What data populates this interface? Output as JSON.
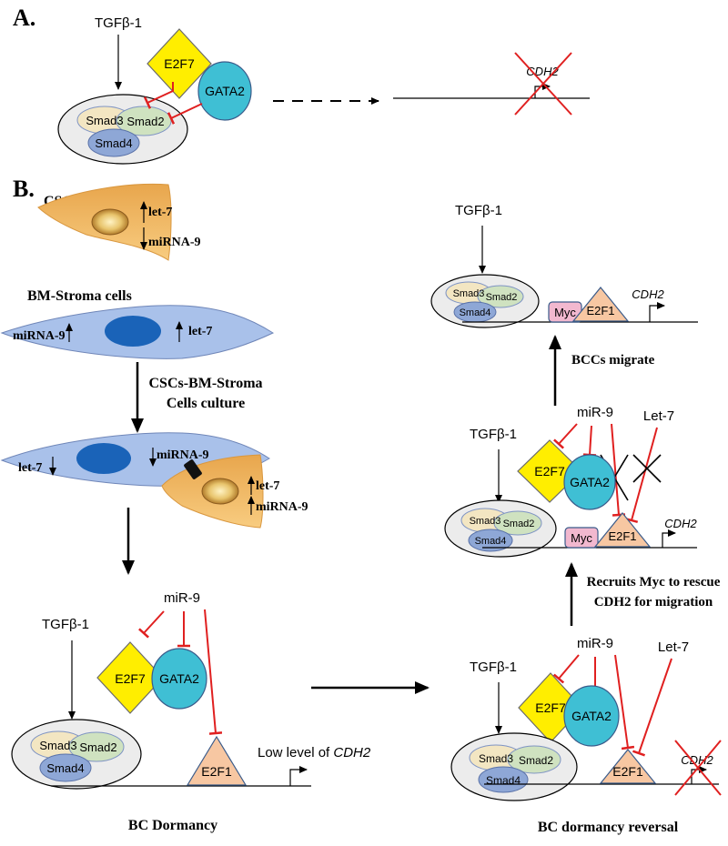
{
  "panel_a": {
    "label": "A.",
    "tgfb": "TGFβ-1",
    "e2f7": "E2F7",
    "gata2": "GATA2",
    "smad3": "Smad3",
    "smad2": "Smad2",
    "smad4": "Smad4",
    "cdh2": "CDH2"
  },
  "panel_b": {
    "label": "B.",
    "cscs": "CSCs",
    "csc_let7": "let-7",
    "csc_mirna9": "miRNA-9",
    "bm_title": "BM-Stroma cells",
    "bm_mirna9": "miRNA-9",
    "bm_let7": "let-7",
    "coculture_line1": "CSCs-BM-Stroma",
    "coculture_line2": "Cells culture",
    "co_bm_let7": "let-7",
    "co_bm_mirna9": "miRNA-9",
    "co_csc_let7": "let-7",
    "co_csc_mirna9": "miRNA-9"
  },
  "dormancy": {
    "tgfb": "TGFβ-1",
    "mir9": "miR-9",
    "e2f7": "E2F7",
    "gata2": "GATA2",
    "smad3": "Smad3",
    "smad2": "Smad2",
    "smad4": "Smad4",
    "e2f1": "E2F1",
    "low_level_prefix": "Low level of ",
    "low_level_gene": "CDH2",
    "caption": "BC Dormancy"
  },
  "reversal": {
    "tgfb": "TGFβ-1",
    "mir9": "miR-9",
    "let7": "Let-7",
    "e2f7": "E2F7",
    "gata2": "GATA2",
    "smad3": "Smad3",
    "smad2": "Smad2",
    "smad4": "Smad4",
    "e2f1": "E2F1",
    "cdh2": "CDH2",
    "caption": "BC dormancy reversal"
  },
  "rescue": {
    "arrow_label_line1": "Recruits Myc to rescue",
    "arrow_label_line2": "CDH2 for migration",
    "tgfb": "TGFβ-1",
    "mir9": "miR-9",
    "let7": "Let-7",
    "e2f7": "E2F7",
    "gata2": "GATA2",
    "smad3": "Smad3",
    "smad2": "Smad2",
    "smad4": "Smad4",
    "myc": "Myc",
    "e2f1": "E2F1",
    "cdh2": "CDH2"
  },
  "migrate": {
    "arrow_label": "BCCs migrate",
    "tgfb": "TGFβ-1",
    "smad3": "Smad3",
    "smad2": "Smad2",
    "smad4": "Smad4",
    "myc": "Myc",
    "e2f1": "E2F1",
    "cdh2": "CDH2"
  },
  "colors": {
    "inhibit_red": "#e02020",
    "e2f7_yellow": "#ffee00",
    "gata2_blue": "#3fbfd4",
    "e2f1_peach": "#f7c7a2",
    "myc_pink": "#f2b8cf",
    "smad3": "#f3e6c2",
    "smad2": "#cfe2c0",
    "smad4": "#8ea7d6",
    "csc_orange": "#f3b560",
    "stroma_blue": "#a9c1ea",
    "nucleus_blue": "#1a63b8"
  }
}
